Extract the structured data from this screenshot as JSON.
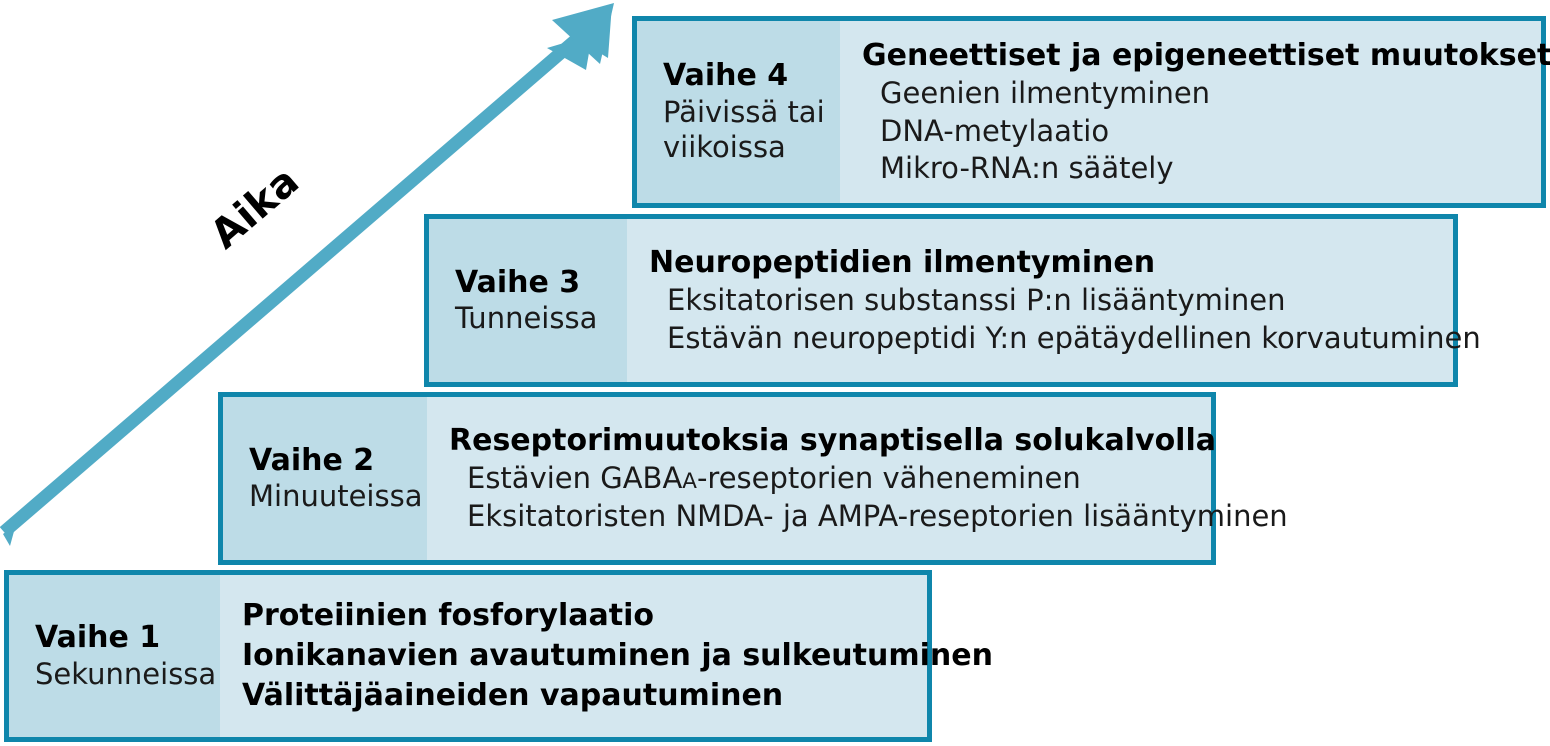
{
  "diagram": {
    "axis": {
      "label": "Aika",
      "icon": "arrow-up-right-icon",
      "arrow_color": "#51abc6"
    },
    "colors": {
      "border": "#0f86ab",
      "left_fill": "#bddce7",
      "right_fill": "#d4e7ef",
      "arrow": "#51abc6",
      "text": "#000000"
    },
    "steps": [
      {
        "phase": "Vaihe 1",
        "timescale": "Sekunneissa",
        "heading": "Proteiinien fosforylaatio",
        "items": [
          "Ionikanavien avautuminen ja sulkeutuminen",
          "Välittäjäaineiden vapautuminen"
        ]
      },
      {
        "phase": "Vaihe 2",
        "timescale": "Minuuteissa",
        "heading": "Reseptorimuutoksia synaptisella solukalvolla",
        "items": [
          "Estävien GABAA-reseptorien väheneminen",
          "Eksitatoristen NMDA- ja AMPA-reseptorien lisääntyminen"
        ],
        "item1_pre": "Estävien GABA",
        "item1_sub": "A",
        "item1_post": "-reseptorien väheneminen"
      },
      {
        "phase": "Vaihe 3",
        "timescale": "Tunneissa",
        "heading": "Neuropeptidien ilmentyminen",
        "items": [
          "Eksitatorisen substanssi P:n lisääntyminen",
          "Estävän neuropeptidi Y:n epätäydellinen korvautuminen"
        ]
      },
      {
        "phase": "Vaihe 4",
        "timescale_line1": "Päivissä tai",
        "timescale_line2": "viikoissa",
        "heading": "Geneettiset ja epigeneettiset muutokset",
        "items": [
          "Geenien ilmentyminen",
          "DNA-metylaatio",
          "Mikro-RNA:n säätely"
        ]
      }
    ]
  }
}
